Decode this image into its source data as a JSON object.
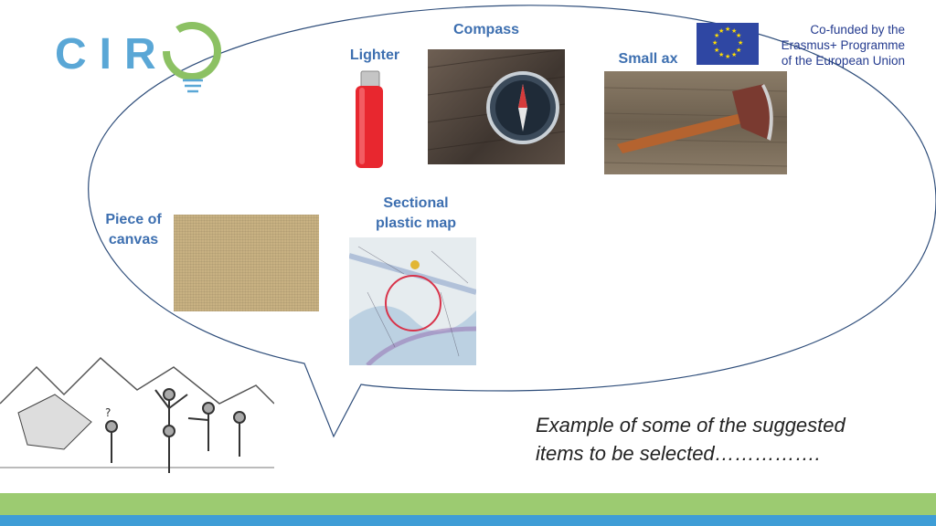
{
  "logo": {
    "text": "CIR"
  },
  "eu_notice": {
    "line1": "Co-funded by the",
    "line2": "Erasmus+ Programme",
    "line3": "of the European Union"
  },
  "items": {
    "compass": "Compass",
    "lighter": "Lighter",
    "small_ax": "Small ax",
    "canvas_line1": "Piece of",
    "canvas_line2": "canvas",
    "map_line1": "Sectional",
    "map_line2": "plastic map"
  },
  "caption": {
    "line1": "Example of some of the suggested",
    "line2": "items to be selected……………."
  },
  "colors": {
    "label": "#3d6fb0",
    "green_band": "#9ccb71",
    "blue_band": "#3e9dd6",
    "eu_blue": "#2f47a3",
    "eu_star": "#ffdd00",
    "lighter_red": "#e8272f"
  },
  "icons": {
    "eu": "eu-flag-icon",
    "logo": "ciro-lightbulb-logo"
  }
}
